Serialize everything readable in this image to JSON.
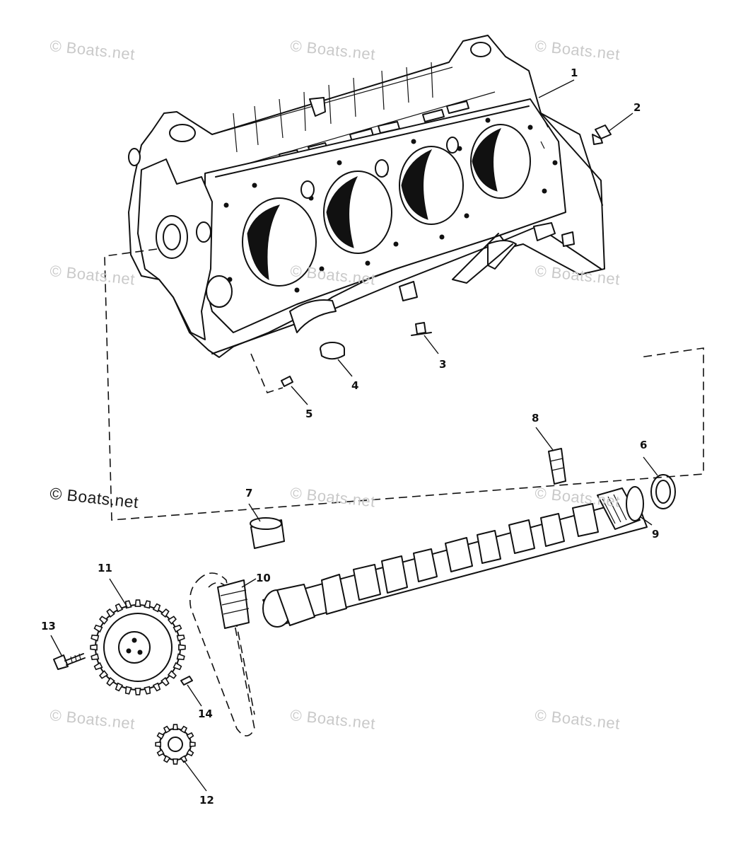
{
  "watermark": "© Boats.net",
  "callouts": {
    "c1": "1",
    "c2": "2",
    "c3": "3",
    "c4": "4",
    "c5": "5",
    "c6": "6",
    "c7": "7",
    "c8": "8",
    "c9": "9",
    "c10": "10",
    "c11": "11",
    "c12": "12",
    "c13": "13",
    "c14": "14"
  }
}
